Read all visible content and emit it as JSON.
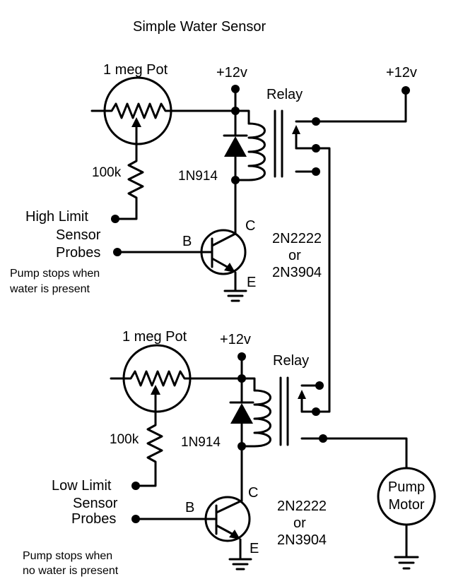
{
  "title": "Simple Water Sensor",
  "top_circuit": {
    "pot_label": "1 meg Pot",
    "supply_label": "+12v",
    "relay_label": "Relay",
    "relay_supply_label": "+12v",
    "resistor_label": "100k",
    "diode_label": "1N914",
    "probe_label_1": "High Limit",
    "probe_label_2": "Sensor",
    "probe_label_3": "Probes",
    "base_label": "B",
    "collector_label": "C",
    "emitter_label": "E",
    "transistor_label_1": "2N2222",
    "transistor_label_2": "or",
    "transistor_label_3": "2N3904",
    "note_line_1": "Pump stops when",
    "note_line_2": "water is present"
  },
  "bottom_circuit": {
    "pot_label": "1 meg Pot",
    "supply_label": "+12v",
    "relay_label": "Relay",
    "resistor_label": "100k",
    "diode_label": "1N914",
    "probe_label_1": "Low Limit",
    "probe_label_2": "Sensor",
    "probe_label_3": "Probes",
    "base_label": "B",
    "collector_label": "C",
    "emitter_label": "E",
    "transistor_label_1": "2N2222",
    "transistor_label_2": "or",
    "transistor_label_3": "2N3904",
    "note_line_1": "Pump stops when",
    "note_line_2": "no water  is present"
  },
  "motor": {
    "label_1": "Pump",
    "label_2": "Motor"
  }
}
